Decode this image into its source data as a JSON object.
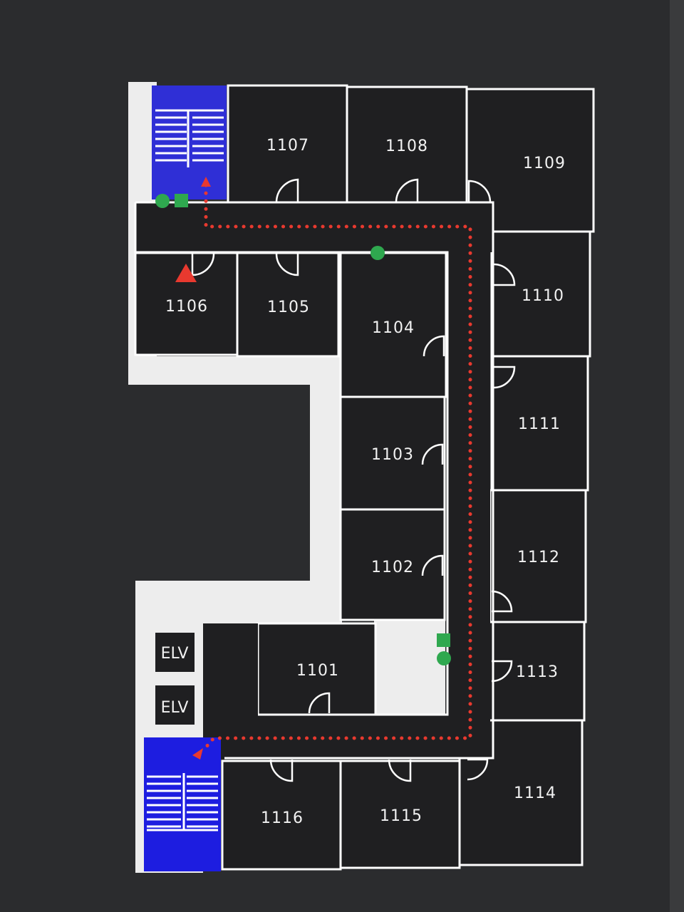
{
  "rooms": {
    "r1101": "1101",
    "r1102": "1102",
    "r1103": "1103",
    "r1104": "1104",
    "r1105": "1105",
    "r1106": "1106",
    "r1107": "1107",
    "r1108": "1108",
    "r1109": "1109",
    "r1110": "1110",
    "r1111": "1111",
    "r1112": "1112",
    "r1113": "1113",
    "r1114": "1114",
    "r1115": "1115",
    "r1116": "1116"
  },
  "elevators": [
    "ELV",
    "ELV"
  ],
  "colors": {
    "background": "#2b2c2e",
    "plan_fill": "#1f1f21",
    "corridor": "#ededed",
    "walls": "#ffffff",
    "stairs": "#2f2fd6",
    "route": "#e8392f",
    "marker_green": "#2fa84f",
    "marker_red": "#e8392f"
  },
  "legend_markers": {
    "route": "dotted-red-evacuation-route",
    "green_circle": "green-circle-marker",
    "green_square": "green-square-marker",
    "red_triangle": "red-triangle-you-are-here"
  }
}
